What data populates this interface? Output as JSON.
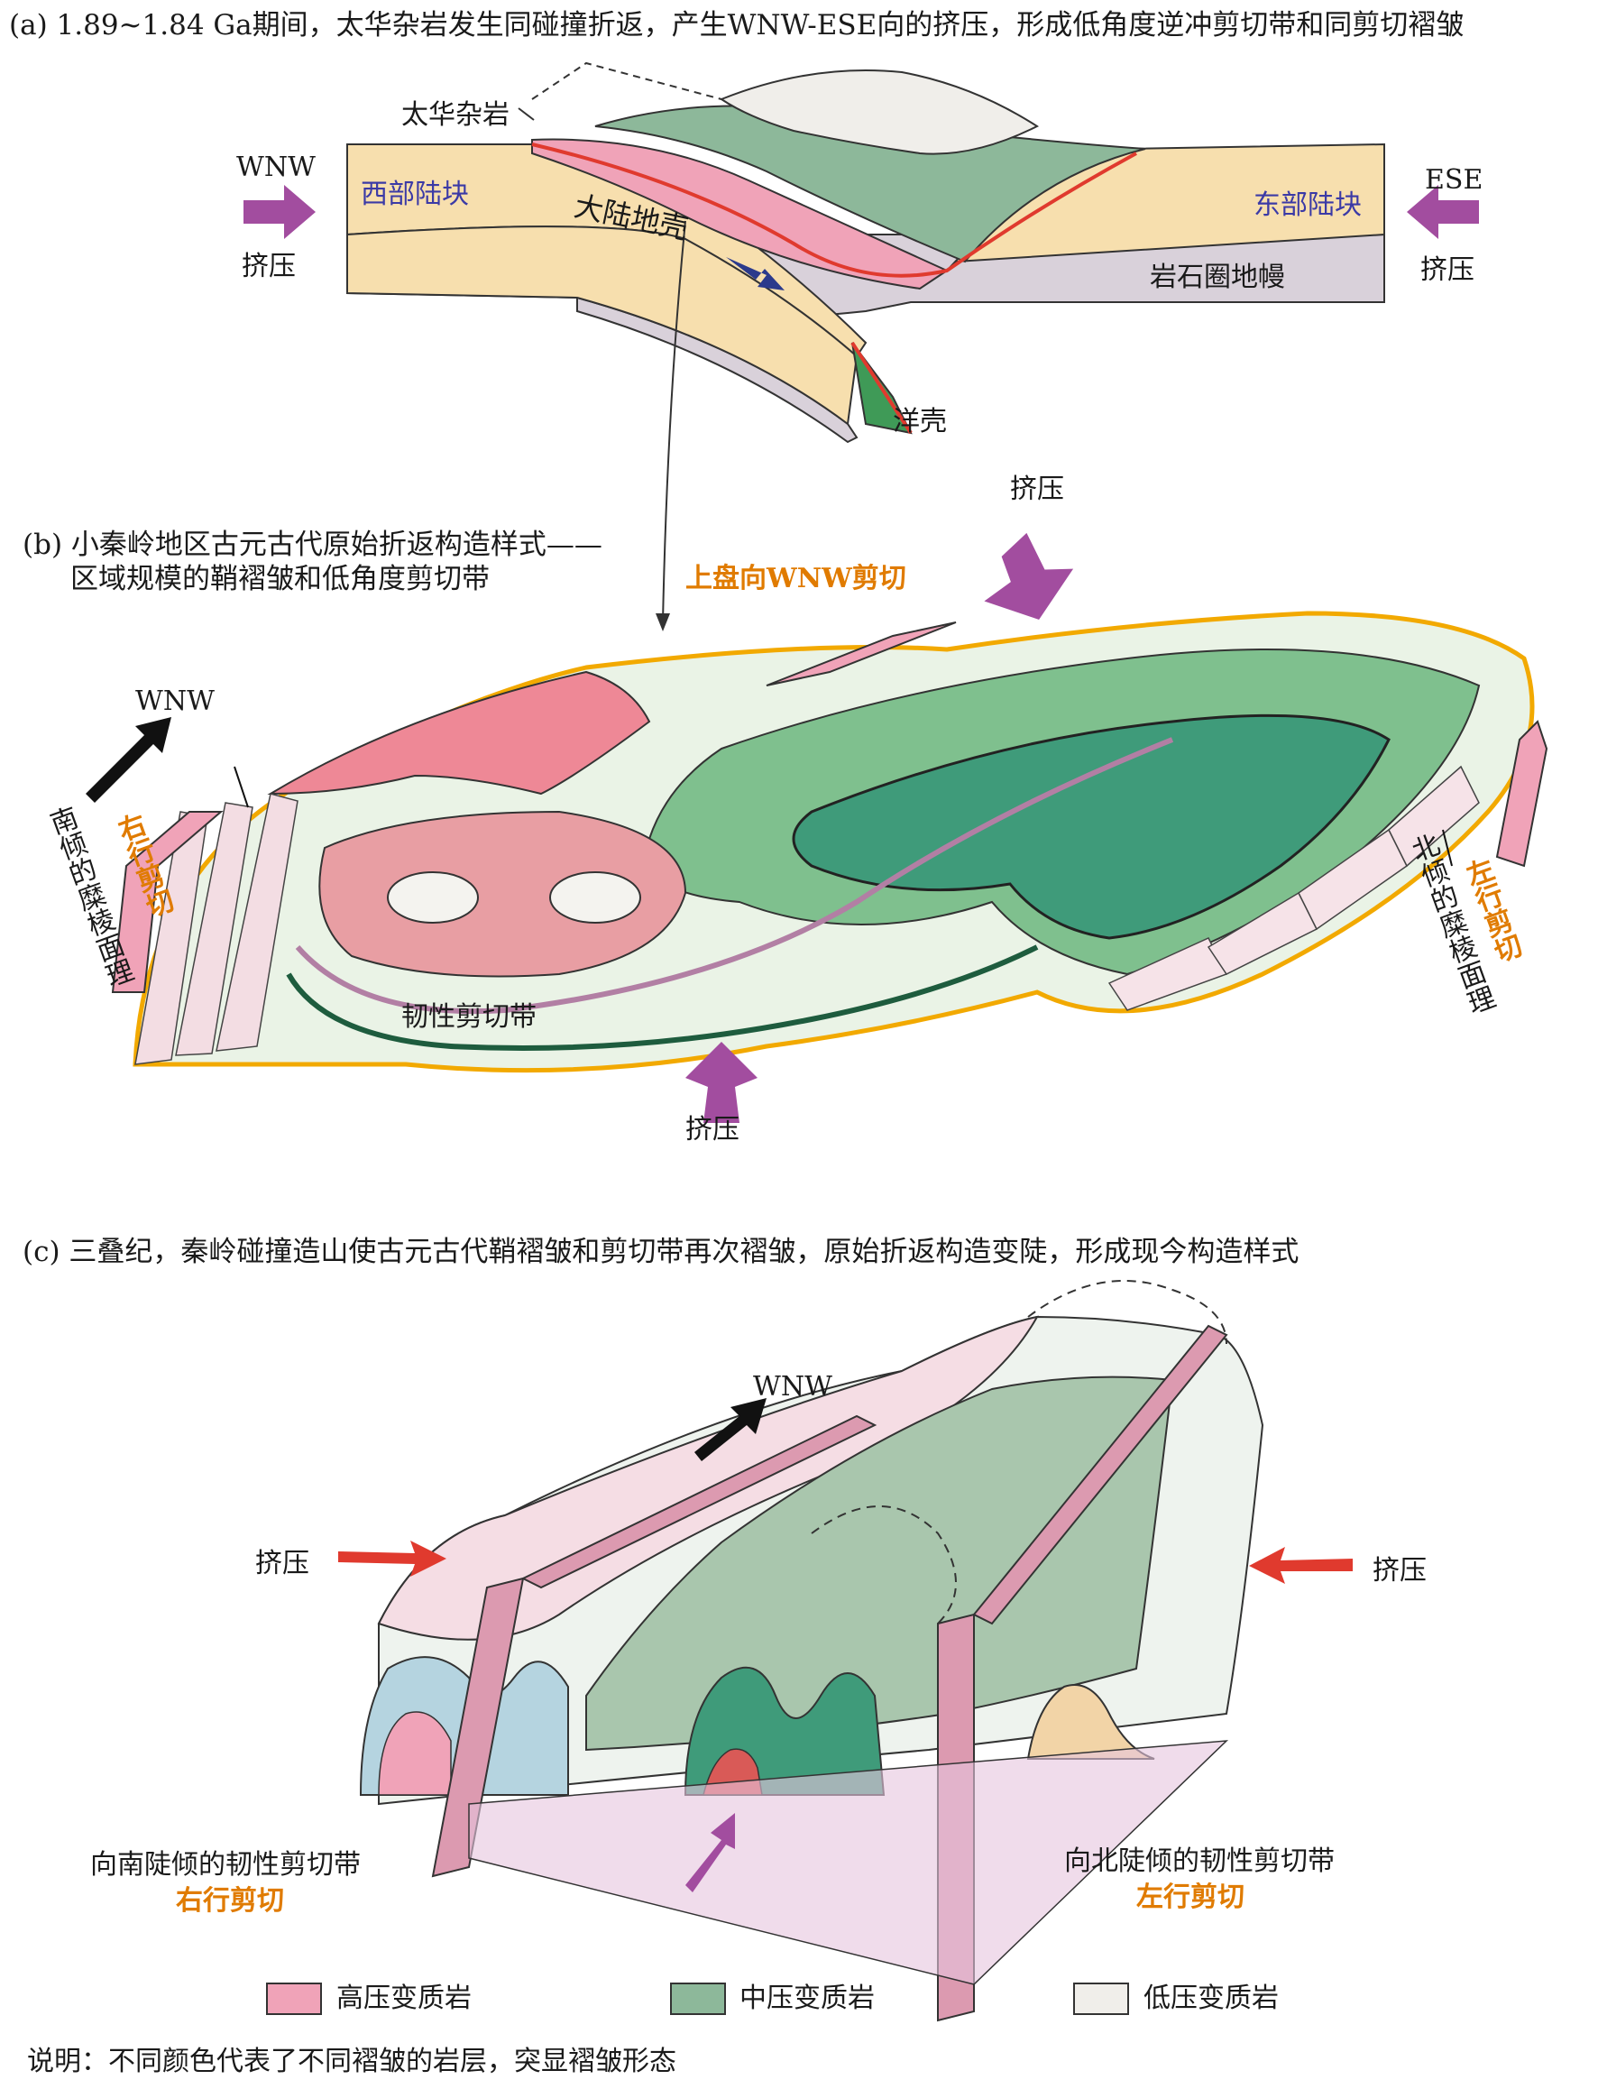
{
  "panel_a": {
    "caption": "(a) 1.89~1.84 Ga期间，太华杂岩发生同碰撞折返，产生WNW-ESE向的挤压，形成低角度逆冲剪切带和同剪切褶皱",
    "label_taihua": "太华杂岩",
    "label_wnw": "WNW",
    "label_ese": "ESE",
    "label_west_block": "西部陆块",
    "label_east_block": "东部陆块",
    "label_crust": "大陆地壳",
    "label_mantle": "岩石圈地幔",
    "label_ocean": "洋壳",
    "label_press_left": "挤压",
    "label_press_right": "挤压"
  },
  "panel_b": {
    "caption_line1": "(b) 小秦岭地区古元古代原始折返构造样式——",
    "caption_line2": "区域规模的鞘褶皱和低角度剪切带",
    "label_shear_top": "上盘向WNW剪切",
    "label_press_top": "挤压",
    "label_press_bottom": "挤压",
    "label_wnw": "WNW",
    "label_left_shear": "右行剪切",
    "label_left_foliation": "南倾的糜棱面理",
    "label_right_foliation": "北倾的糜棱面理",
    "label_right_shear": "左行剪切",
    "label_ductile": "韧性剪切带"
  },
  "panel_c": {
    "caption": "(c) 三叠纪，秦岭碰撞造山使古元古代鞘褶皱和剪切带再次褶皱，原始折返构造变陡，形成现今构造样式",
    "label_wnw": "WNW",
    "label_press_left": "挤压",
    "label_press_right": "挤压",
    "label_south_zone": "向南陡倾的韧性剪切带",
    "label_south_shear": "右行剪切",
    "label_north_zone": "向北陡倾的韧性剪切带",
    "label_north_shear": "左行剪切"
  },
  "legend": {
    "items": [
      {
        "label": "高压变质岩",
        "color": "#f0a3b8"
      },
      {
        "label": "中压变质岩",
        "color": "#8db89a"
      },
      {
        "label": "低压变质岩",
        "color": "#f0eeea"
      }
    ]
  },
  "note": "说明：不同颜色代表了不同褶皱的岩层，突显褶皱形态",
  "colors": {
    "high_pressure": "#f0a3b8",
    "medium_pressure": "#8db89a",
    "low_pressure": "#f0eeea",
    "crust": "#f7dfae",
    "mantle": "#d9d1da",
    "ocean_crust": "#3f9a57",
    "arrow_purple": "#a24d9f",
    "arrow_red": "#e03a2e",
    "shear_zone_orange": "#f2a900",
    "fold_green": "#3f9b7a"
  }
}
